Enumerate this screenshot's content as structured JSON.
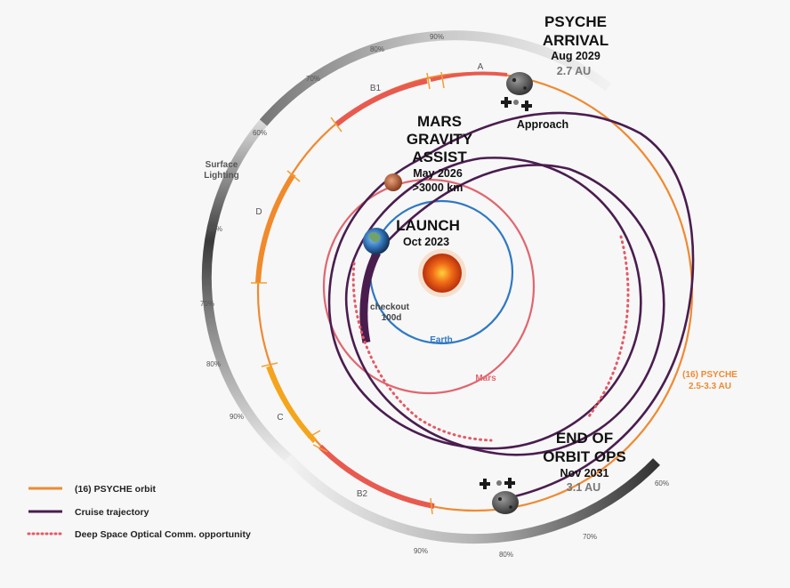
{
  "colors": {
    "psyche_orbit": "#ef8a32",
    "cruise": "#4a1d4f",
    "earth_orbit": "#2f78c4",
    "mars_orbit": "#e06670",
    "dsoc": "#e35a66",
    "highlight_red": "#e85a4f",
    "highlight_orange": "#f08a2a",
    "highlight_yellow": "#f4a51a"
  },
  "events": {
    "arrival": {
      "title_1": "PSYCHE",
      "title_2": "ARRIVAL",
      "date": "Aug 2029",
      "distance": "2.7 AU"
    },
    "approach": {
      "label": "Approach"
    },
    "mars_ga": {
      "title_1": "MARS",
      "title_2": "GRAVITY",
      "title_3": "ASSIST",
      "date": "May 2026",
      "distance": ">3000 km"
    },
    "launch": {
      "title": "LAUNCH",
      "date": "Oct 2023"
    },
    "checkout": {
      "line_1": "checkout",
      "line_2": "100d"
    },
    "end_ops": {
      "title_1": "END OF",
      "title_2": "ORBIT OPS",
      "date": "Nov 2031",
      "distance": "3.1 AU"
    }
  },
  "orbit_labels": {
    "earth": "Earth",
    "mars": "Mars",
    "psyche_1": "(16) PSYCHE",
    "psyche_2": "2.5-3.3 AU"
  },
  "surface_lighting": {
    "line_1": "Surface",
    "line_2": "Lighting"
  },
  "lighting_percentages": {
    "p90_top": "90%",
    "p80_top": "80%",
    "p70_top": "70%",
    "p60_upper": "60%",
    "p60_left": "60%",
    "p70_left": "70%",
    "p80_left": "80%",
    "p90_left": "90%",
    "p90_bottom": "90%",
    "p80_bottom": "80%",
    "p70_bottom": "70%",
    "p60_right": "60%"
  },
  "segments": {
    "a": "A",
    "b1": "B1",
    "d": "D",
    "c": "C",
    "b2": "B2"
  },
  "legend": [
    {
      "label": "(16) PSYCHE orbit",
      "style": "solid",
      "color": "#ef8a32"
    },
    {
      "label": "Cruise trajectory",
      "style": "solid",
      "color": "#4a1d4f"
    },
    {
      "label": "Deep Space Optical Comm. opportunity",
      "style": "dotted",
      "color": "#e35a66"
    }
  ]
}
